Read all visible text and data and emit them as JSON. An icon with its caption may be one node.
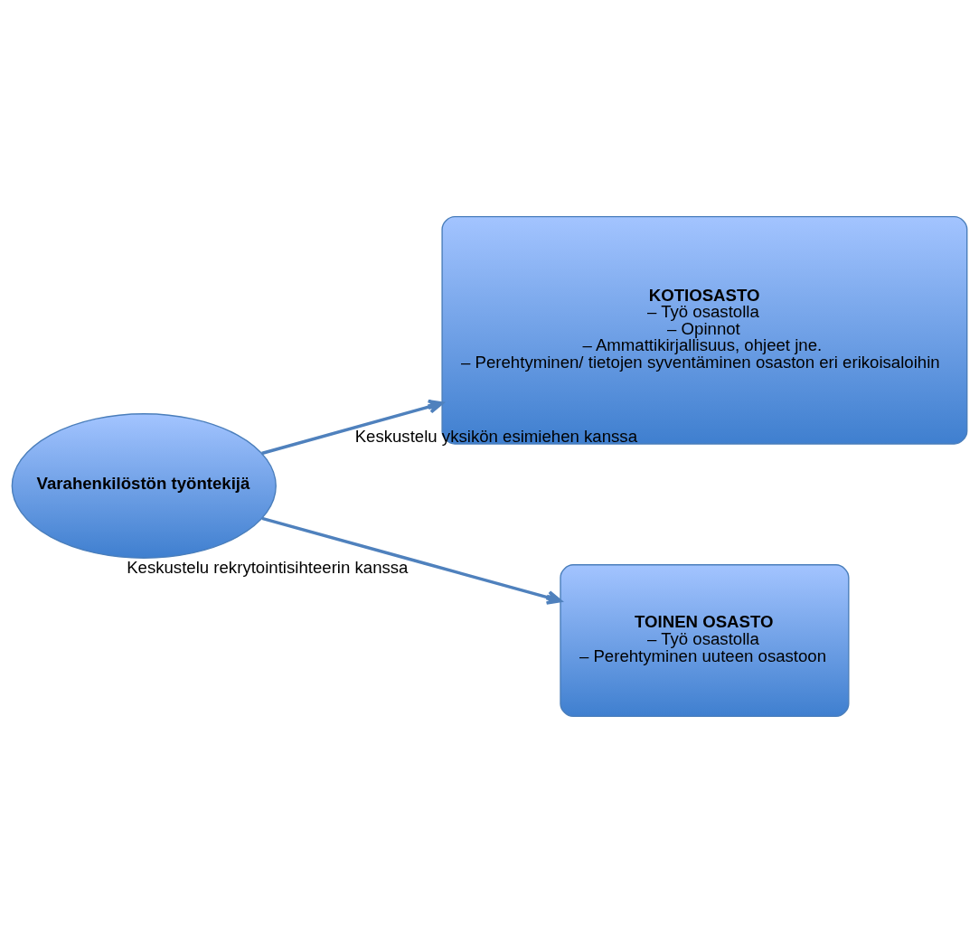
{
  "diagram": {
    "nodes": [
      {
        "text": [
          "Varahenkilöstön työntekijä"
        ]
      },
      {
        "text": [
          "KOTIOSASTO",
          "– Työ osastolla",
          "– Opinnot",
          "– Ammattikirjallisuus, ohjeet jne.",
          "– Perehtyminen/ tietojen syventäminen osaston eri erikoisaloihin"
        ]
      },
      {
        "text": [
          "TOINEN OSASTO",
          "– Työ osastolla",
          "– Perehtyminen uuteen osastoon"
        ]
      }
    ],
    "edges": [
      {
        "from": 0,
        "to": 1,
        "arrow": "to",
        "label": "Keskustelu yksikön esimiehen kanssa"
      },
      {
        "from": 0,
        "to": 2,
        "arrow": "to",
        "label": "Keskustelu rekrytointisihteerin kanssa"
      }
    ]
  }
}
